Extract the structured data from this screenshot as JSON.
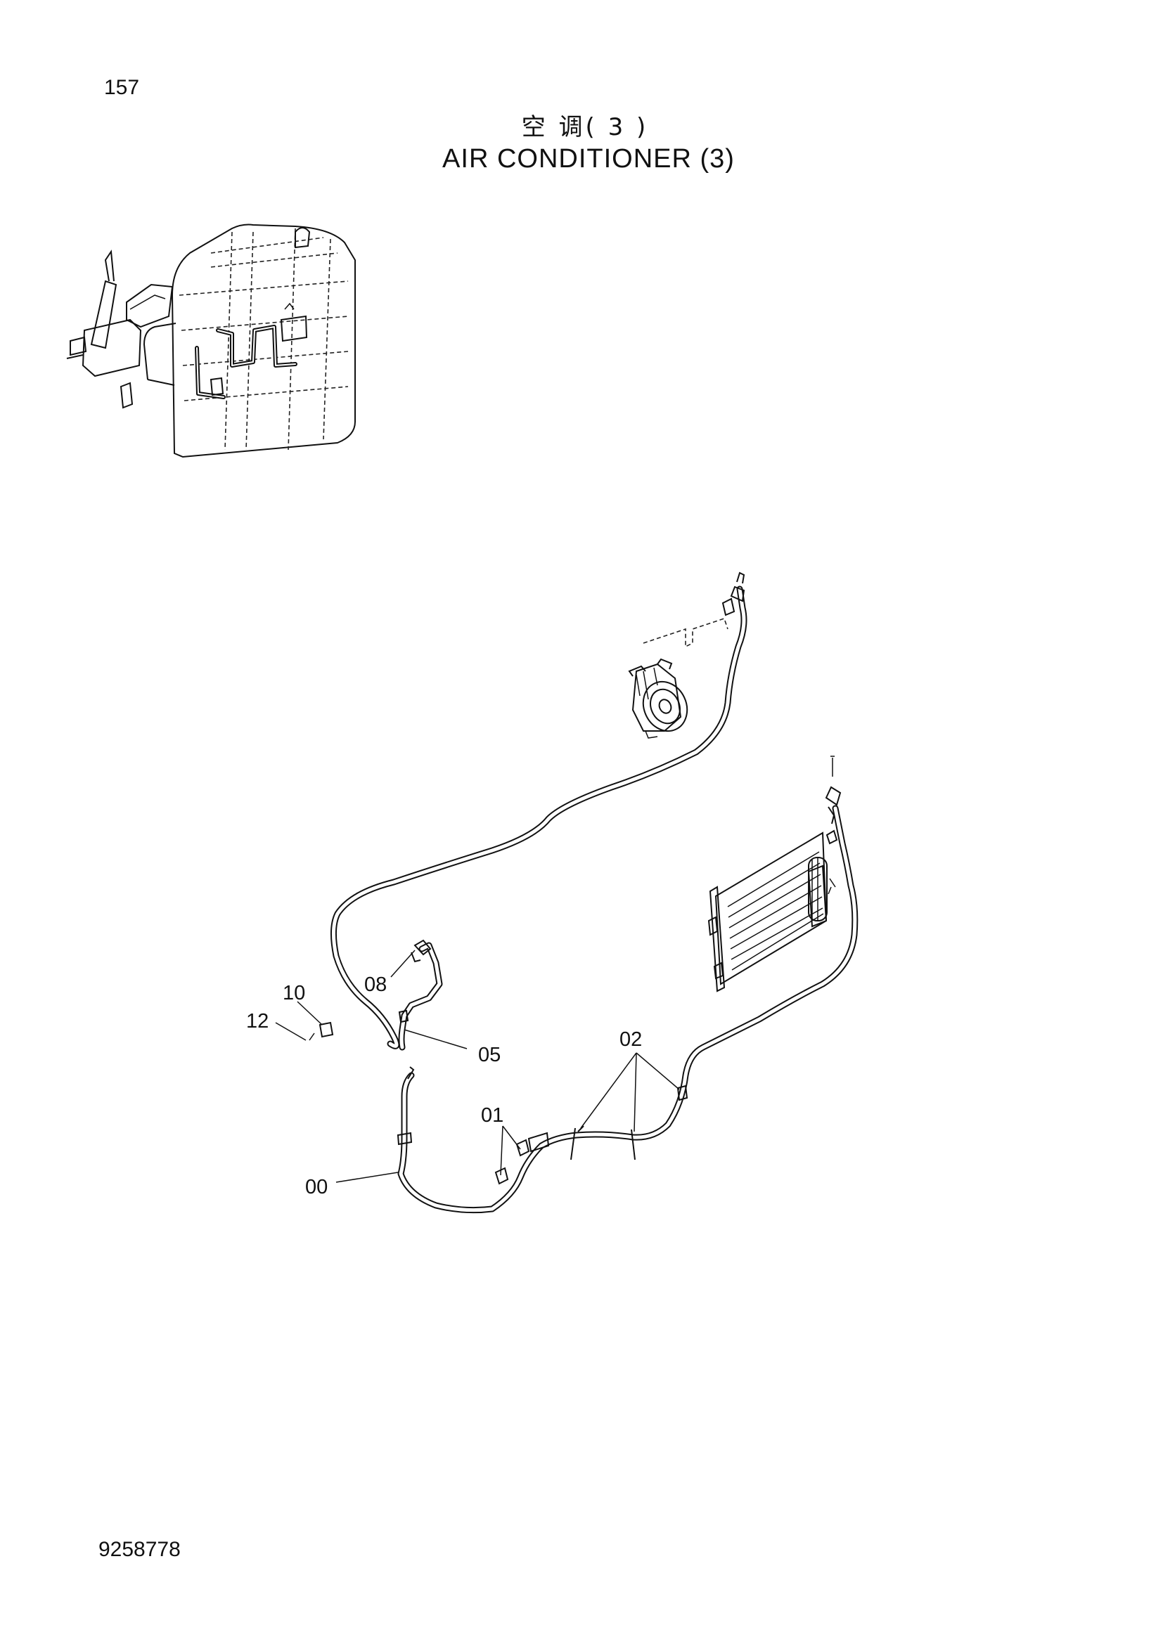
{
  "page": {
    "page_number": "157",
    "title_cn": "空 调( 3 )",
    "title_en": "AIR  CONDITIONER  (3)",
    "document_number": "9258778"
  },
  "callouts": [
    {
      "id": "00",
      "label": "00"
    },
    {
      "id": "01",
      "label": "01"
    },
    {
      "id": "02",
      "label": "02"
    },
    {
      "id": "05",
      "label": "05"
    },
    {
      "id": "08",
      "label": "08"
    },
    {
      "id": "10",
      "label": "10"
    },
    {
      "id": "12",
      "label": "12"
    }
  ]
}
